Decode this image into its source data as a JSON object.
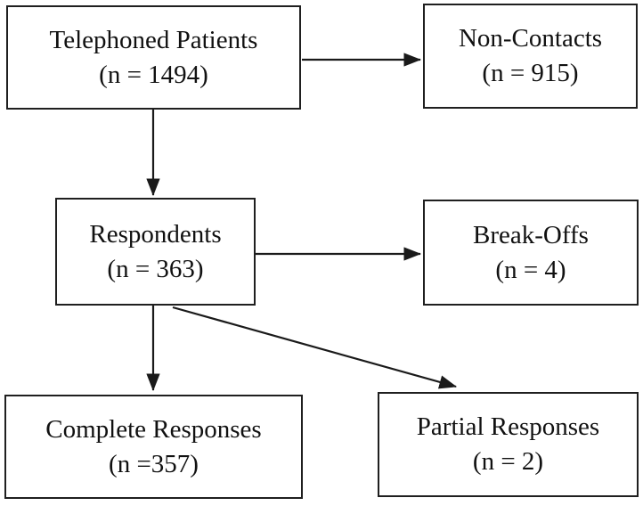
{
  "diagram": {
    "type": "flowchart",
    "colors": {
      "background": "#ffffff",
      "box_border": "#1f1f1f",
      "box_fill": "#ffffff",
      "arrow": "#1a1a1a",
      "text": "#111111"
    },
    "nodes": {
      "telephoned": {
        "label": "Telephoned Patients",
        "n": "(n = 1494)"
      },
      "non_contacts": {
        "label": "Non-Contacts",
        "n": "(n = 915)"
      },
      "respondents": {
        "label": "Respondents",
        "n": "(n = 363)"
      },
      "break_offs": {
        "label": "Break-Offs",
        "n": "(n = 4)"
      },
      "complete_responses": {
        "label": "Complete Responses",
        "n": "(n =357)"
      },
      "partial_responses": {
        "label": "Partial Responses",
        "n": "(n = 2)"
      }
    },
    "edges": [
      {
        "from": "Telephoned Patients",
        "to": "Non-Contacts"
      },
      {
        "from": "Telephoned Patients",
        "to": "Respondents"
      },
      {
        "from": "Respondents",
        "to": "Break-Offs"
      },
      {
        "from": "Respondents",
        "to": "Complete Responses"
      },
      {
        "from": "Respondents",
        "to": "Partial Responses"
      }
    ]
  }
}
